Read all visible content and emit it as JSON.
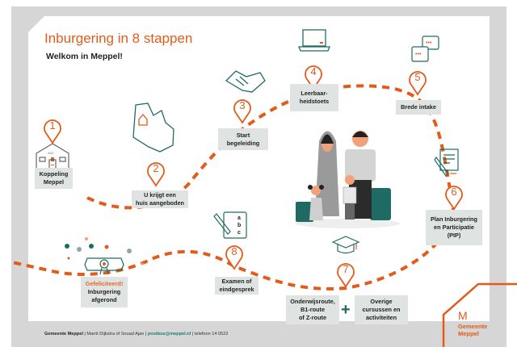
{
  "header": {
    "title": "Inburgering in 8 stappen",
    "subtitle": "Welkom in Meppel!"
  },
  "steps": [
    {
      "number": "1",
      "lines": [
        "Koppeling",
        "Meppel"
      ],
      "icon": "school-building-icon"
    },
    {
      "number": "2",
      "lines": [
        "U krijgt een",
        "huis aangeboden"
      ],
      "icon": "map-house-icon"
    },
    {
      "number": "3",
      "lines": [
        "Start",
        "begeleiding"
      ],
      "icon": "handshake-icon"
    },
    {
      "number": "4",
      "lines": [
        "Leerbaar-",
        "heidstoets"
      ],
      "icon": "laptop-icon"
    },
    {
      "number": "5",
      "lines": [
        "Brede intake"
      ],
      "icon": "chat-bubbles-icon"
    },
    {
      "number": "6",
      "lines": [
        "Plan Inburgering",
        "en Participatie",
        "(PIP)"
      ],
      "icon": "document-pen-icon"
    },
    {
      "number": "7",
      "lines": [
        "Onderwijsroute,",
        "B1-route",
        "of Z-route"
      ],
      "icon": "graduation-cap-icon"
    },
    {
      "number": "8",
      "lines": [
        "Examen of",
        "eindgesprek"
      ],
      "icon": "checklist-icon"
    }
  ],
  "extra": {
    "plus": "+",
    "lines": [
      "Overige",
      "cursussen en",
      "activiteiten"
    ]
  },
  "finish": {
    "highlight": "Gefeliciteerd!",
    "lines": [
      "Inburgering",
      "afgerond"
    ]
  },
  "school_sign": "AZC",
  "checklist_letters": [
    "a",
    "b",
    "c"
  ],
  "logo": {
    "mark": "M",
    "line1": "Gemeente",
    "line2": "Meppel"
  },
  "footer": {
    "org": "Gemeente Meppel",
    "contacts": " | Marrit Dijkstra of Souad Ajan | ",
    "email": "postbus@meppel.nl",
    "phone": " | telefoon 14 0522"
  },
  "colors": {
    "orange": "#e35b1a",
    "teal": "#1f6b63",
    "box": "#dfe4e3",
    "frame": "#d6d6d6"
  }
}
